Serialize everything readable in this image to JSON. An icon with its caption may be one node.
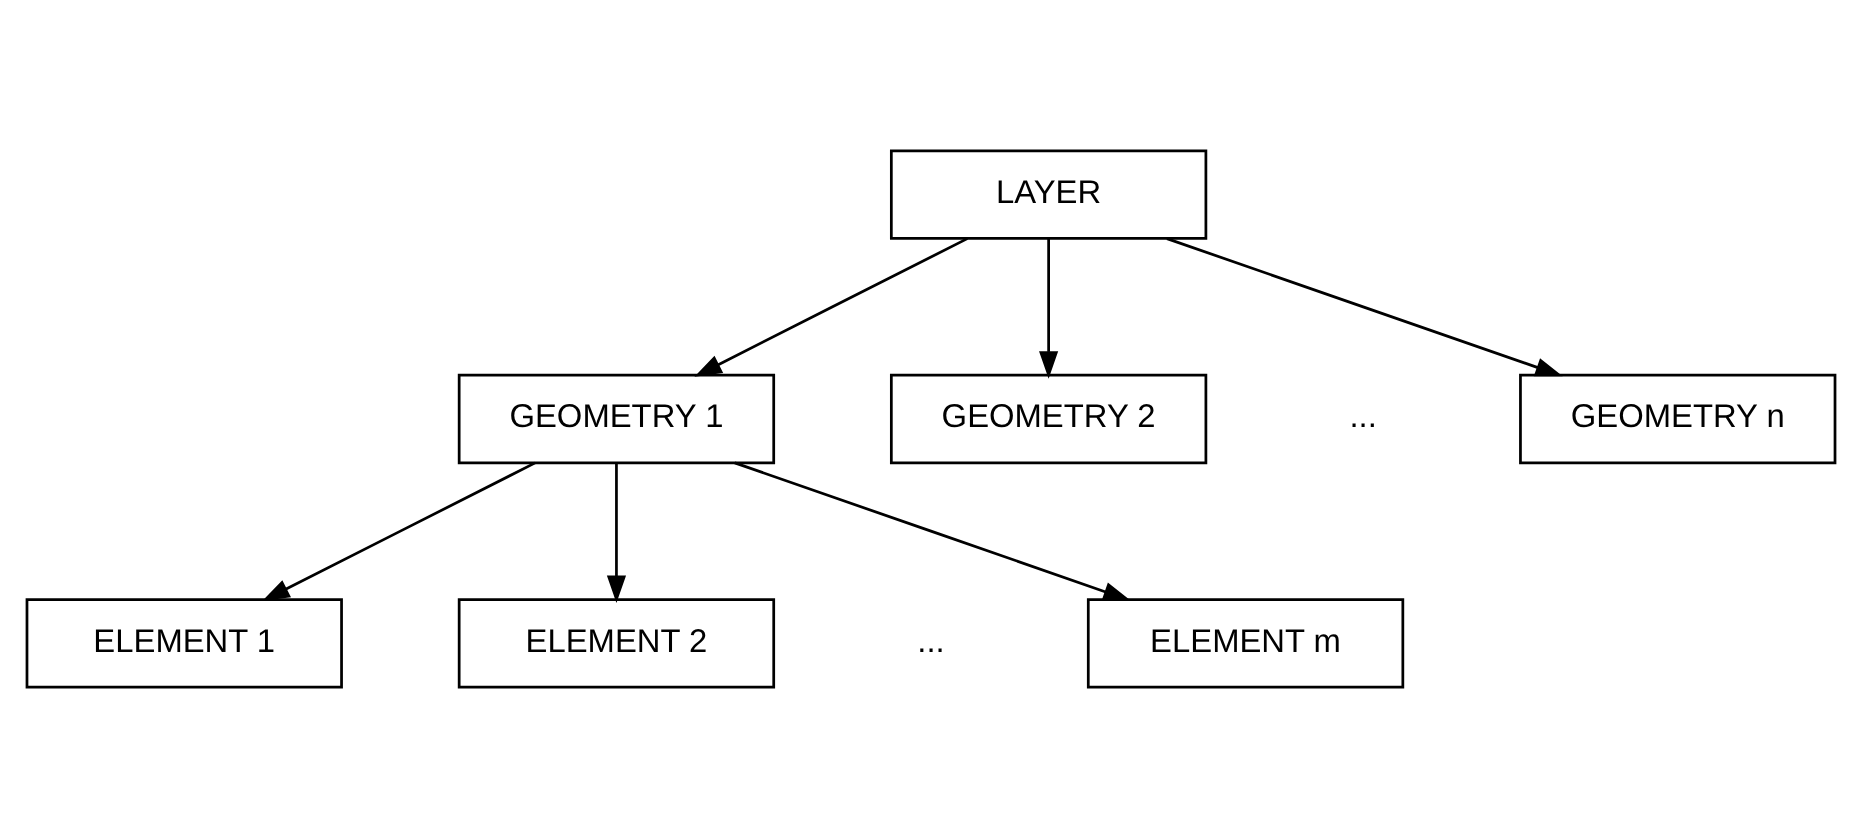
{
  "diagram": {
    "nodes": [
      {
        "text": [
          "LAYER"
        ]
      },
      {
        "text": [
          "GEOMETRY 1"
        ]
      },
      {
        "text": [
          "GEOMETRY 2"
        ]
      },
      {
        "text": [
          "GEOMETRY n"
        ]
      },
      {
        "text": [
          "ELEMENT 1"
        ]
      },
      {
        "text": [
          "ELEMENT 2"
        ]
      },
      {
        "text": [
          "ELEMENT m"
        ]
      }
    ],
    "edges": [
      {
        "from": 0,
        "to": 1,
        "arrow": "to"
      },
      {
        "from": 0,
        "to": 2,
        "arrow": "to"
      },
      {
        "from": 0,
        "to": 3,
        "arrow": "to"
      },
      {
        "from": 1,
        "to": 4,
        "arrow": "to"
      },
      {
        "from": 1,
        "to": 5,
        "arrow": "to"
      },
      {
        "from": 1,
        "to": 6,
        "arrow": "to"
      }
    ],
    "labels": [
      "...",
      "..."
    ]
  }
}
